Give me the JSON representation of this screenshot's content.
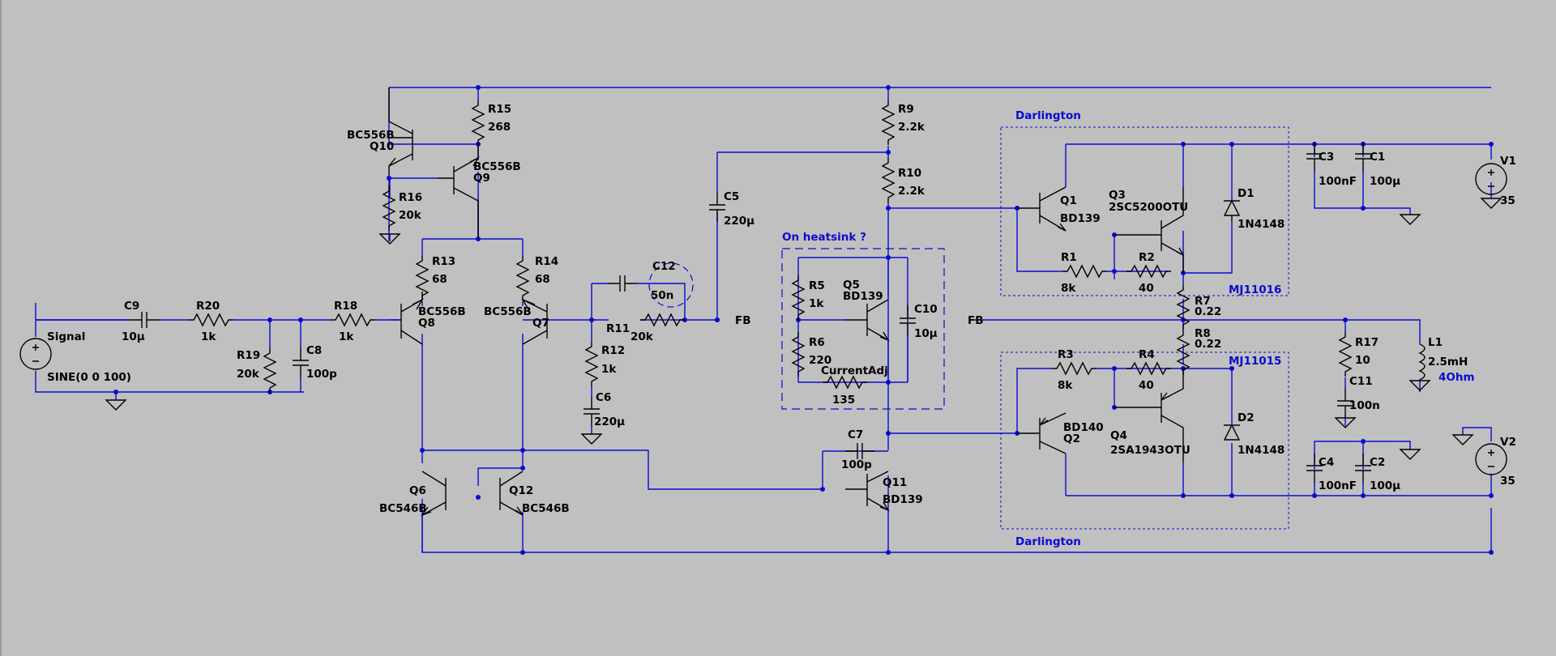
{
  "schematic": {
    "components": {
      "signal": {
        "name": "Signal",
        "value": "SINE(0 0 100)"
      },
      "v1": {
        "name": "V1",
        "value": "35"
      },
      "v2": {
        "name": "V2",
        "value": "35"
      },
      "c9": {
        "name": "C9",
        "value": "10µ"
      },
      "r20": {
        "name": "R20",
        "value": "1k"
      },
      "r19": {
        "name": "R19",
        "value": "20k"
      },
      "c8": {
        "name": "C8",
        "value": "100p"
      },
      "r18": {
        "name": "R18",
        "value": "1k"
      },
      "q8": {
        "name": "Q8",
        "value": "BC556B"
      },
      "q7": {
        "name": "Q7",
        "value": "BC556B"
      },
      "q9": {
        "name": "Q9",
        "value": "BC556B"
      },
      "q10": {
        "name": "Q10",
        "value": "BC556B"
      },
      "r15": {
        "name": "R15",
        "value": "268"
      },
      "r16": {
        "name": "R16",
        "value": "20k"
      },
      "r13": {
        "name": "R13",
        "value": "68"
      },
      "r14": {
        "name": "R14",
        "value": "68"
      },
      "c12": {
        "name": "C12",
        "value": "50n"
      },
      "r11": {
        "name": "R11",
        "value": "20k"
      },
      "r12": {
        "name": "R12",
        "value": "1k"
      },
      "c6": {
        "name": "C6",
        "value": "220µ"
      },
      "c5": {
        "name": "C5",
        "value": "220µ"
      },
      "q6": {
        "name": "Q6",
        "value": "BC546B"
      },
      "q12": {
        "name": "Q12",
        "value": "BC546B"
      },
      "r9": {
        "name": "R9",
        "value": "2.2k"
      },
      "r10": {
        "name": "R10",
        "value": "2.2k"
      },
      "r5": {
        "name": "R5",
        "value": "1k"
      },
      "r6": {
        "name": "R6",
        "value": "220"
      },
      "q5": {
        "name": "Q5",
        "value": "BD139"
      },
      "c10": {
        "name": "C10",
        "value": "10µ"
      },
      "current_adj": {
        "name": "CurrentAdj",
        "value": "135"
      },
      "c7": {
        "name": "C7",
        "value": "100p"
      },
      "q11": {
        "name": "Q11",
        "value": "BD139"
      },
      "q1": {
        "name": "Q1",
        "value": "BD139"
      },
      "q3": {
        "name": "Q3",
        "value": "2SC5200OTU"
      },
      "r1": {
        "name": "R1",
        "value": "8k"
      },
      "r2": {
        "name": "R2",
        "value": "40"
      },
      "d1": {
        "name": "D1",
        "value": "1N4148"
      },
      "r7": {
        "name": "R7",
        "value": "0.22"
      },
      "r8": {
        "name": "R8",
        "value": "0.22"
      },
      "r3": {
        "name": "R3",
        "value": "8k"
      },
      "r4": {
        "name": "R4",
        "value": "40"
      },
      "q2": {
        "name": "Q2",
        "value": "BD140"
      },
      "q4": {
        "name": "Q4",
        "value": "2SA1943OTU"
      },
      "d2": {
        "name": "D2",
        "value": "1N4148"
      },
      "c3": {
        "name": "C3",
        "value": "100nF"
      },
      "c1": {
        "name": "C1",
        "value": "100µ"
      },
      "c4": {
        "name": "C4",
        "value": "100nF"
      },
      "c2": {
        "name": "C2",
        "value": "100µ"
      },
      "r17": {
        "name": "R17",
        "value": "10"
      },
      "c11": {
        "name": "C11",
        "value": "100n"
      },
      "l1": {
        "name": "L1",
        "value": "2.5mH"
      }
    },
    "net_labels": {
      "fb_left": "FB",
      "fb_right": "FB"
    },
    "annotations": {
      "darlington_top": "Darlington",
      "darlington_bottom": "Darlington",
      "on_heatsink": "On heatsink ?",
      "mj11016": "MJ11016",
      "mj11015": "MJ11015",
      "load": "4Ohm"
    },
    "colors": {
      "background": "#c0c0c0",
      "wire": "#0a0ad2",
      "component": "#000000",
      "annotation": "#0a0ad2"
    }
  }
}
